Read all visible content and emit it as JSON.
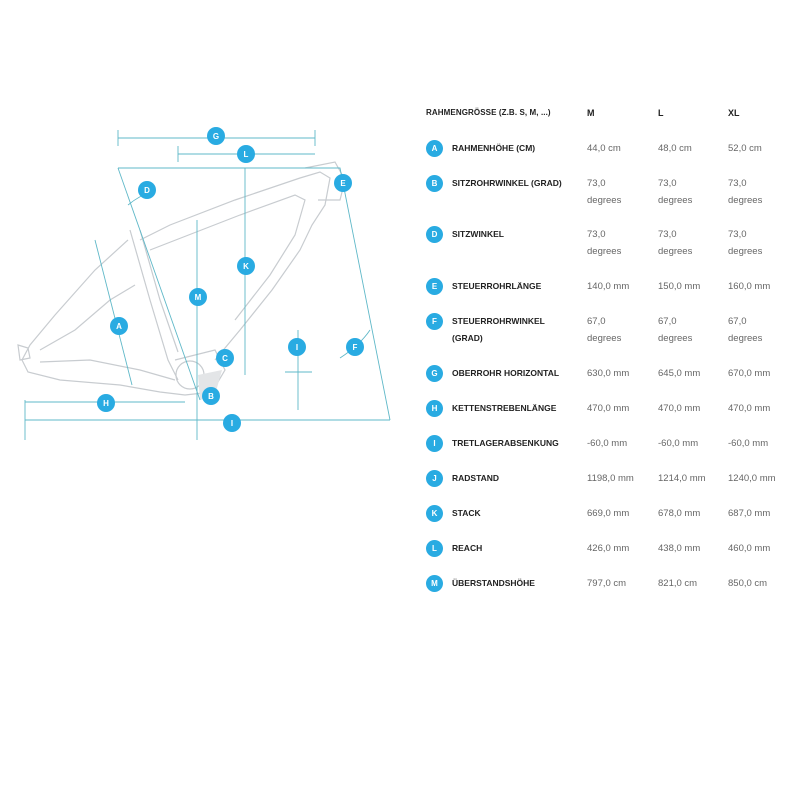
{
  "table": {
    "header_label": "RAHMENGRÖSSE (Z.B. S, M, ...)",
    "sizes": [
      "M",
      "L",
      "XL"
    ],
    "rows": [
      {
        "letter": "A",
        "label": "RAHMENHÖHE (CM)",
        "values": [
          "44,0 cm",
          "48,0 cm",
          "52,0 cm"
        ]
      },
      {
        "letter": "B",
        "label": "SITZROHRWINKEL (GRAD)",
        "values": [
          "73,0\ndegrees",
          "73,0\ndegrees",
          "73,0\ndegrees"
        ]
      },
      {
        "letter": "D",
        "label": "SITZWINKEL",
        "values": [
          "73,0\ndegrees",
          "73,0\ndegrees",
          "73,0\ndegrees"
        ]
      },
      {
        "letter": "E",
        "label": "STEUERROHRLÄNGE",
        "values": [
          "140,0 mm",
          "150,0 mm",
          "160,0 mm"
        ]
      },
      {
        "letter": "F",
        "label": "STEUERROHRWINKEL\n(GRAD)",
        "values": [
          "67,0\ndegrees",
          "67,0\ndegrees",
          "67,0\ndegrees"
        ]
      },
      {
        "letter": "G",
        "label": "OBERROHR HORIZONTAL",
        "values": [
          "630,0 mm",
          "645,0 mm",
          "670,0 mm"
        ]
      },
      {
        "letter": "H",
        "label": "KETTENSTREBENLÄNGE",
        "values": [
          "470,0 mm",
          "470,0 mm",
          "470,0 mm"
        ]
      },
      {
        "letter": "I",
        "label": "TRETLAGERABSENKUNG",
        "values": [
          "-60,0 mm",
          "-60,0 mm",
          "-60,0 mm"
        ]
      },
      {
        "letter": "J",
        "label": "RADSTAND",
        "values": [
          "1198,0 mm",
          "1214,0 mm",
          "1240,0 mm"
        ]
      },
      {
        "letter": "K",
        "label": "STACK",
        "values": [
          "669,0 mm",
          "678,0 mm",
          "687,0 mm"
        ]
      },
      {
        "letter": "L",
        "label": "REACH",
        "values": [
          "426,0 mm",
          "438,0 mm",
          "460,0 mm"
        ]
      },
      {
        "letter": "M",
        "label": "ÜBERSTANDSHÖHE",
        "values": [
          "797,0 cm",
          "821,0 cm",
          "850,0 cm"
        ]
      }
    ]
  },
  "diagram": {
    "badges": [
      "G",
      "L",
      "D",
      "E",
      "K",
      "M",
      "A",
      "I",
      "F",
      "C",
      "B",
      "H",
      "I"
    ]
  },
  "colors": {
    "accent": "#29abe2",
    "frame_line": "#c8ccd0",
    "dim_line": "#5fb8c8"
  }
}
